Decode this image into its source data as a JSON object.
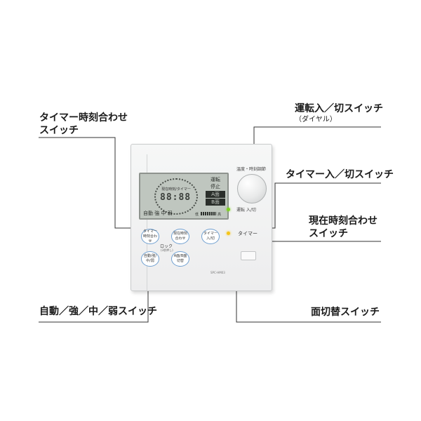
{
  "callouts": {
    "power_dial": {
      "title": "運転入／切スイッチ",
      "sub": "（ダイヤル）"
    },
    "timer_set": {
      "line1": "タイマー時刻合わせ",
      "line2": "スイッチ"
    },
    "timer_toggle": "タイマー入／切スイッチ",
    "clock_set": {
      "line1": "現在時刻合わせ",
      "line2": "スイッチ"
    },
    "mode": "自動／強／中／弱スイッチ",
    "face_switch": "面切替スイッチ"
  },
  "device": {
    "dial_label": "温度・時刻調節",
    "dial_sub": "運転 入/切",
    "timer_led_label": "タイマー",
    "lock": "ロック",
    "lock_sub": "(3秒押し)",
    "model": "SPC-HM03",
    "buttons": {
      "timer_set": "タイマー時刻合わせ",
      "clock_set": "現在時刻合わせ",
      "timer_toggle": "タイマー入/切",
      "mode": "自動/強/中/弱",
      "face": "A面/B面切替"
    },
    "lcd": {
      "center_text": "現在時刻/タイマー",
      "digits": "88:88",
      "status": [
        "運転",
        "停止"
      ],
      "status_inv": [
        "A面",
        "B面"
      ],
      "mode_text": "自動 強 中 弱",
      "lo": "低",
      "hi": "高"
    }
  },
  "colors": {
    "button_ring": "#6f9fd0",
    "led_green": "#7ed321",
    "led_yellow": "#f5c518"
  }
}
